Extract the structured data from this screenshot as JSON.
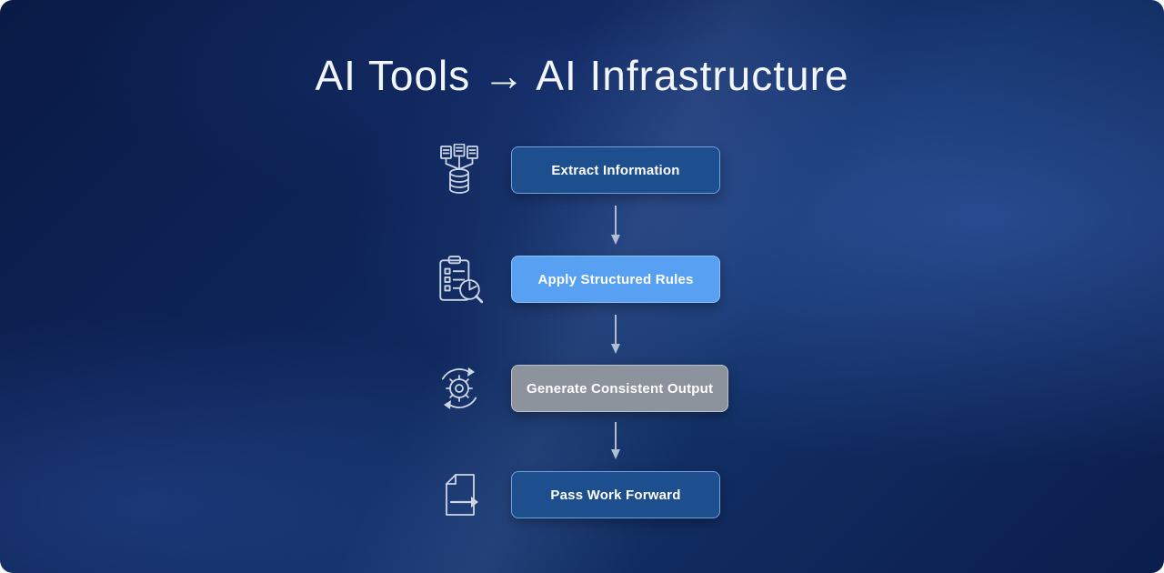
{
  "page": {
    "title": "AI Tools → AI Infrastructure"
  },
  "flow": {
    "steps": [
      {
        "label": "Extract Information",
        "icon": "data-sources-icon",
        "variant": "dark"
      },
      {
        "label": "Apply Structured Rules",
        "icon": "checklist-analysis-icon",
        "variant": "light"
      },
      {
        "label": "Generate Consistent Output",
        "icon": "gear-process-icon",
        "variant": "gray"
      },
      {
        "label": "Pass Work Forward",
        "icon": "document-forward-icon",
        "variant": "dark"
      }
    ]
  },
  "colors": {
    "background_base": "#0b1d4c",
    "title_text": "#f2f5fa",
    "button_dark_fill": "#1d4e8d",
    "button_dark_border": "#6fa3dd",
    "button_light_fill": "#58a0f2",
    "button_light_border": "#8cc2fa",
    "button_gray_fill": "#8d939c",
    "button_gray_border": "#bcc1c8",
    "button_text": "#ffffff",
    "arrow": "#aebfd4",
    "icon_stroke": "#ccd6e4"
  }
}
